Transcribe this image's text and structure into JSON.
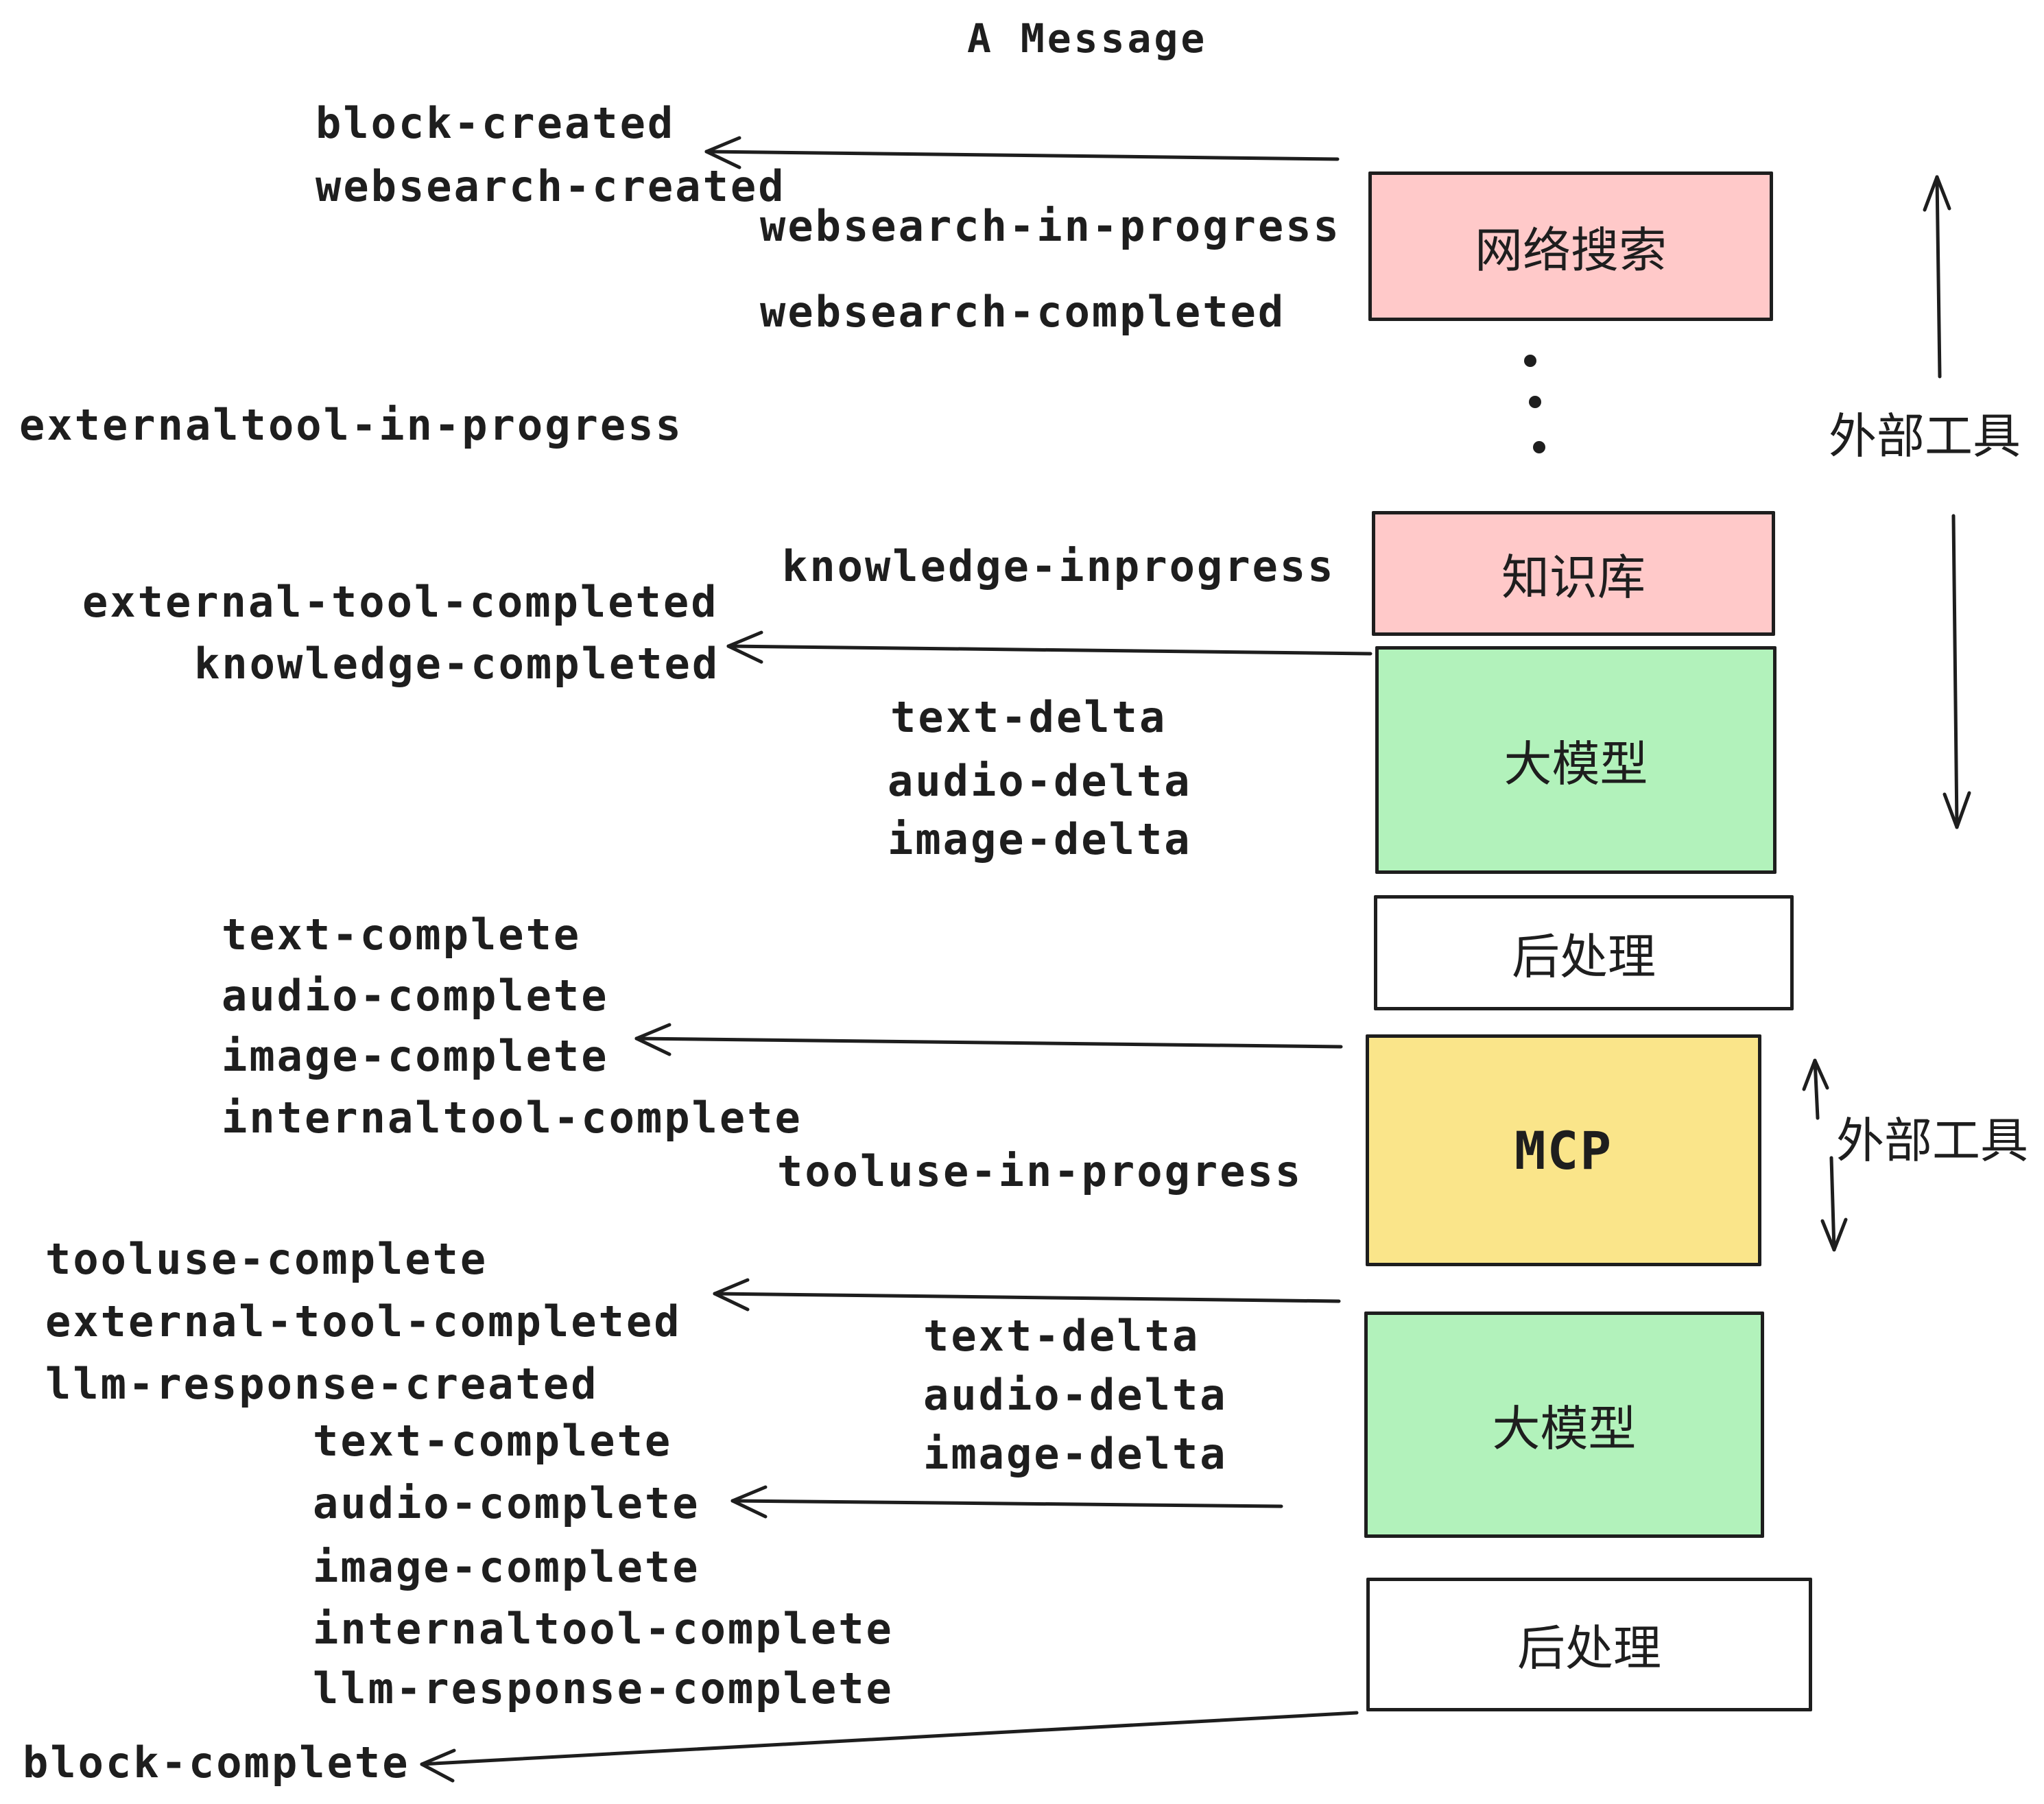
{
  "title": "A Message",
  "colors": {
    "stroke": "#1e1e1e",
    "pink": "#ffc9c9",
    "green": "#b2f2bb",
    "yellow": "#fae58a",
    "white": "#ffffff",
    "background": "#ffffff"
  },
  "boxes": [
    {
      "id": "websearch",
      "label": "网络搜索",
      "color": "#ffc9c9"
    },
    {
      "id": "knowledge",
      "label": "知识库",
      "color": "#ffc9c9"
    },
    {
      "id": "llm-1",
      "label": "大模型",
      "color": "#b2f2bb"
    },
    {
      "id": "postprocess-1",
      "label": "后处理",
      "color": "#ffffff"
    },
    {
      "id": "mcp",
      "label": "MCP",
      "color": "#fae58a"
    },
    {
      "id": "llm-2",
      "label": "大模型",
      "color": "#b2f2bb"
    },
    {
      "id": "postprocess-2",
      "label": "后处理",
      "color": "#ffffff"
    }
  ],
  "events": [
    {
      "id": "block-created",
      "text": "block-created"
    },
    {
      "id": "websearch-created",
      "text": "websearch-created"
    },
    {
      "id": "websearch-in-progress",
      "text": "websearch-in-progress"
    },
    {
      "id": "websearch-completed",
      "text": "websearch-completed"
    },
    {
      "id": "externaltool-in-progress",
      "text": "externaltool-in-progress"
    },
    {
      "id": "knowledge-inprogress",
      "text": "knowledge-inprogress"
    },
    {
      "id": "external-tool-completed-1",
      "text": "external-tool-completed"
    },
    {
      "id": "knowledge-completed",
      "text": "knowledge-completed"
    },
    {
      "id": "text-delta-1",
      "text": "text-delta"
    },
    {
      "id": "audio-delta-1",
      "text": "audio-delta"
    },
    {
      "id": "image-delta-1",
      "text": "image-delta"
    },
    {
      "id": "text-complete-1",
      "text": "text-complete"
    },
    {
      "id": "audio-complete-1",
      "text": "audio-complete"
    },
    {
      "id": "image-complete-1",
      "text": "image-complete"
    },
    {
      "id": "internaltool-complete-1",
      "text": "internaltool-complete"
    },
    {
      "id": "tooluse-in-progress",
      "text": "tooluse-in-progress"
    },
    {
      "id": "tooluse-complete",
      "text": "tooluse-complete"
    },
    {
      "id": "external-tool-completed-2",
      "text": "external-tool-completed"
    },
    {
      "id": "llm-response-created",
      "text": "llm-response-created"
    },
    {
      "id": "text-complete-2",
      "text": "text-complete"
    },
    {
      "id": "audio-complete-2",
      "text": "audio-complete"
    },
    {
      "id": "image-complete-2",
      "text": "image-complete"
    },
    {
      "id": "internaltool-complete-2",
      "text": "internaltool-complete"
    },
    {
      "id": "llm-response-complete",
      "text": "llm-response-complete"
    },
    {
      "id": "block-complete",
      "text": "block-complete"
    },
    {
      "id": "text-delta-2",
      "text": "text-delta"
    },
    {
      "id": "audio-delta-2",
      "text": "audio-delta"
    },
    {
      "id": "image-delta-2",
      "text": "image-delta"
    }
  ],
  "side_labels": [
    {
      "id": "external-tools-top",
      "text": "外部工具"
    },
    {
      "id": "external-tools-mcp",
      "text": "外部工具"
    }
  ],
  "ellipsis_dots": 3
}
